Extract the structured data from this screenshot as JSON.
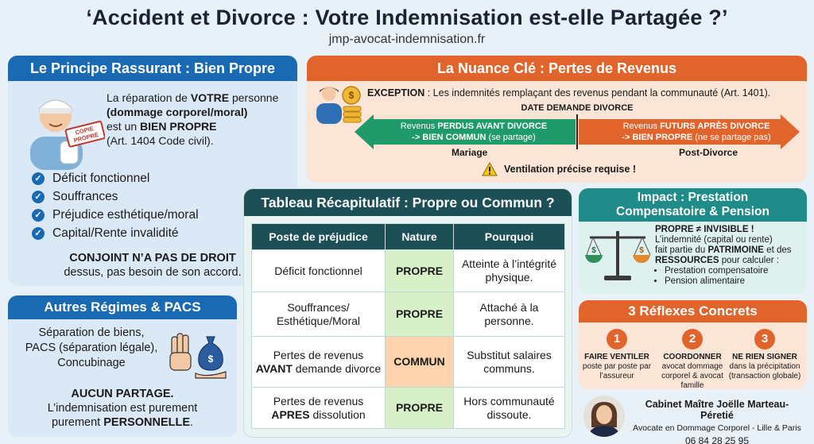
{
  "header": {
    "title": "‘Accident et Divorce : Votre Indemnisation est-elle Partagée ?’",
    "website": "jmp-avocat-indemnisation.fr"
  },
  "bien_propre": {
    "title": "Le Principe Rassurant : Bien Propre",
    "stamp": "COPIE PROPRE",
    "line1_pre": "La réparation de ",
    "line1_bold": "VOTRE",
    "line1_post": " personne",
    "line2": "(dommage corporel/moral)",
    "line3_pre": "est un ",
    "line3_bold": "BIEN PROPRE",
    "line4": "(Art. 1404 Code civil).",
    "items": [
      "Déficit fonctionnel",
      "Souffrances",
      "Préjudice esthétique/moral",
      "Capital/Rente invalidité"
    ],
    "conjoint_bold": "CONJOINT N’A PAS DE DROIT",
    "conjoint_rest": "dessus, pas besoin de son accord."
  },
  "autres": {
    "title": "Autres Régimes & PACS",
    "regimes": [
      "Séparation de biens,",
      "PACS (séparation légale),",
      "Concubinage"
    ],
    "aucun_bold": "AUCUN PARTAGE.",
    "line2": "L’indemnisation est purement",
    "line3_pre": "purement ",
    "line3_bold": "PERSONNELLE",
    "line3_post": "."
  },
  "nuance": {
    "title": "La Nuance Clé : Pertes de Revenus",
    "exception_bold": "EXCEPTION",
    "exception_rest": " : Les indemnités remplaçant des revenus pendant la communauté (Art. 1401).",
    "date_label": "DATE DEMANDE DIVORCE",
    "left_l1_pre": "Revenus ",
    "left_l1_bold": "PERDUS AVANT DIVORCE",
    "left_l2_bold": "-> BIEN COMMUN",
    "left_l2_post": " (se partage)",
    "right_l1_pre": "Revenus ",
    "right_l1_bold": "FUTURS APRÈS DIVORCE",
    "right_l2_bold": "-> BIEN PROPRE",
    "right_l2_post": " (ne se partage pas)",
    "left_phase": "Mariage",
    "right_phase": "Post-Divorce",
    "warning": "Ventilation précise requise !",
    "colors": {
      "left": "#1f9a6b",
      "right": "#e0642c"
    }
  },
  "tableau": {
    "title": "Tableau Récapitulatif : Propre ou Commun ?",
    "headers": [
      "Poste de préjudice",
      "Nature",
      "Pourquoi"
    ],
    "rows": [
      {
        "poste": "Déficit fonctionnel",
        "nature": "PROPRE",
        "pourquoi": "Atteinte à l’intégrité physique."
      },
      {
        "poste": "Souffrances/ Esthétique/Moral",
        "nature": "PROPRE",
        "pourquoi": "Attaché à la personne."
      },
      {
        "poste_l1": "Pertes de revenus",
        "poste_bold": "AVANT",
        "poste_l2": " demande divorce",
        "nature": "COMMUN",
        "pourquoi": "Substitut salaires communs."
      },
      {
        "poste_l1": "Pertes de revenus",
        "poste_bold": "APRES",
        "poste_l2": " dissolution",
        "nature": "PROPRE",
        "pourquoi": "Hors communauté dissoute."
      }
    ]
  },
  "impact": {
    "title_l1": "Impact : Prestation",
    "title_l2": "Compensatoire & Pension",
    "bold1": "PROPRE ≠ INVISIBLE !",
    "line2": "L’indemnité (capital ou rente)",
    "line3_pre": "fait partie du ",
    "line3_bold": "PATRIMOINE",
    "line3_post": " et des",
    "line4_bold": "RESSOURCES",
    "line4_post": " pour calculer :",
    "bullets": [
      "Prestation compensatoire",
      "Pension alimentaire"
    ]
  },
  "reflexes": {
    "title": "3 Réflexes Concrets",
    "items": [
      {
        "num": "1",
        "bold": "FAIRE VENTILER",
        "text": "poste par poste par l’assureur"
      },
      {
        "num": "2",
        "bold": "COORDONNER",
        "text": "avocat dommage corporel & avocat famille"
      },
      {
        "num": "3",
        "bold": "NE RIEN SIGNER",
        "text": "dans la précipitation (transaction globale)"
      }
    ]
  },
  "cabinet": {
    "name": "Cabinet Maître Joëlle Marteau-Péretié",
    "role": "Avocate en Dommage Corporel - Lille & Paris",
    "tel": "06 84 28 25 95"
  }
}
